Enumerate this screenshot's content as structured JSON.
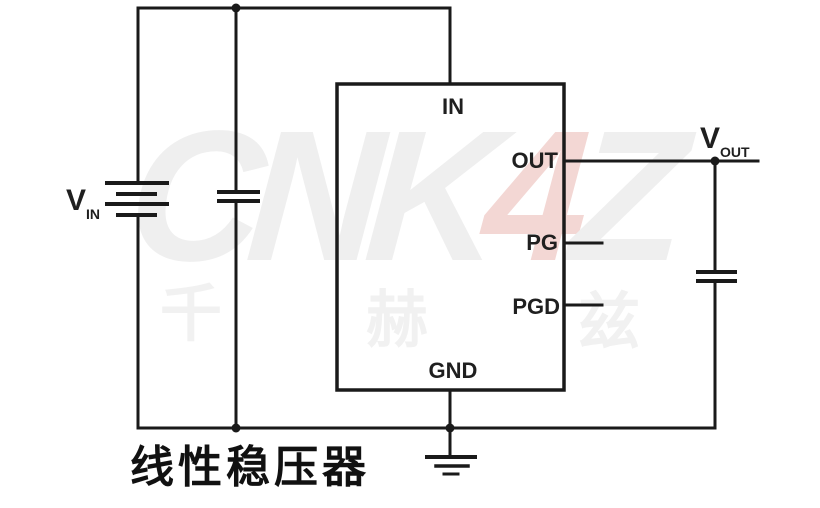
{
  "title": "线性稳压器",
  "source_label": {
    "main": "V",
    "sub": "IN"
  },
  "output_label": {
    "main": "V",
    "sub": "OUT"
  },
  "ic": {
    "pin_in": "IN",
    "pin_out": "OUT",
    "pin_pg": "PG",
    "pin_pgd": "PGD",
    "pin_gnd": "GND"
  },
  "watermark": {
    "brand_left": "CNK",
    "brand_mark": "4",
    "brand_right": "Z",
    "cn_1": "千",
    "cn_2": "赫",
    "cn_3": "兹"
  },
  "colors": {
    "wire": "#1a1a1a",
    "label_text": "#1f1f1f",
    "watermark_gray": "#efefef",
    "watermark_red": "#f3d7d4",
    "background": "#ffffff"
  }
}
